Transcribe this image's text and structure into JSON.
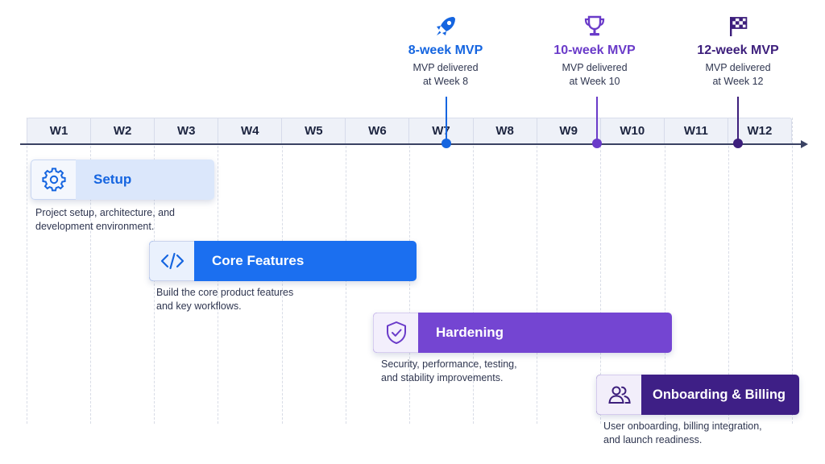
{
  "weeks": [
    "W1",
    "W2",
    "W3",
    "W4",
    "W5",
    "W6",
    "W7",
    "W8",
    "W9",
    "W10",
    "W11",
    "W12"
  ],
  "milestones": [
    {
      "title": "8-week MVP",
      "subtitle_line1": "MVP delivered",
      "subtitle_line2": "at Week 8",
      "icon": "rocket-icon",
      "color": "#1565e0"
    },
    {
      "title": "10-week MVP",
      "subtitle_line1": "MVP delivered",
      "subtitle_line2": "at Week 10",
      "icon": "trophy-icon",
      "color": "#6a3bc9"
    },
    {
      "title": "12-week MVP",
      "subtitle_line1": "MVP delivered",
      "subtitle_line2": "at Week 12",
      "icon": "checkered-flag-icon",
      "color": "#3d1f7c"
    }
  ],
  "phases": [
    {
      "label": "Setup",
      "icon": "gear-icon",
      "desc_line1": "Project setup, architecture, and",
      "desc_line2": "development environment.",
      "bar_color": "#dbe7fb",
      "text_color": "#1565e0"
    },
    {
      "label": "Core Features",
      "icon": "code-icon",
      "desc_line1": "Build the core product features",
      "desc_line2": "and key workflows.",
      "bar_color": "#1b6ff0",
      "text_color": "#ffffff"
    },
    {
      "label": "Hardening",
      "icon": "shield-check-icon",
      "desc_line1": "Security, performance, testing,",
      "desc_line2": "and stability improvements.",
      "bar_color": "#7445d2",
      "text_color": "#ffffff"
    },
    {
      "label": "Onboarding & Billing",
      "icon": "users-icon",
      "desc_line1": "User onboarding, billing integration,",
      "desc_line2": "and launch readiness.",
      "bar_color": "#3e1f86",
      "text_color": "#ffffff"
    }
  ]
}
